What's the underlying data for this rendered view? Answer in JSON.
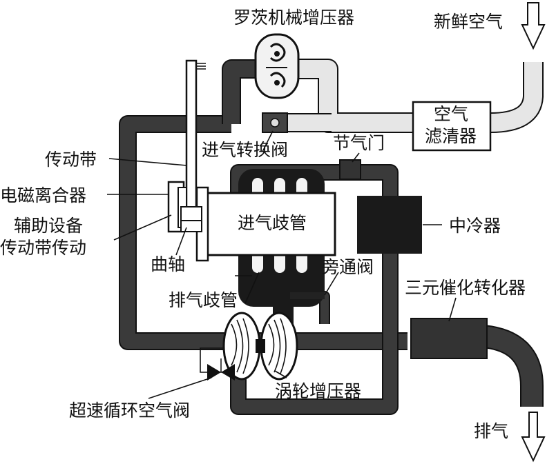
{
  "diagram": {
    "labels": {
      "roots_supercharger": "罗茨机械增压器",
      "fresh_air": "新鲜空气",
      "air_filter_line1": "空气",
      "air_filter_line2": "滤清器",
      "intake_switch_valve": "进气转换阀",
      "throttle": "节气门",
      "drive_belt": "传动带",
      "electromagnetic_clutch": "电磁离合器",
      "accessory_drive_line1": "辅助设备",
      "accessory_drive_line2": "传动带传动",
      "intake_manifold": "进气歧管",
      "intercooler": "中冷器",
      "crankshaft": "曲轴",
      "bypass_valve": "旁通阀",
      "exhaust_manifold": "排气歧管",
      "three_way_catalyst": "三元催化转化器",
      "turbocharger": "涡轮增压器",
      "overspeed_air_valve": "超速循环空气阀",
      "exhaust": "排气"
    },
    "colors": {
      "pipe_dark": "#3a3a3a",
      "pipe_light": "#e6e6e6",
      "component_black": "#1a1a1a",
      "outline": "#111111",
      "background": "#ffffff"
    }
  }
}
